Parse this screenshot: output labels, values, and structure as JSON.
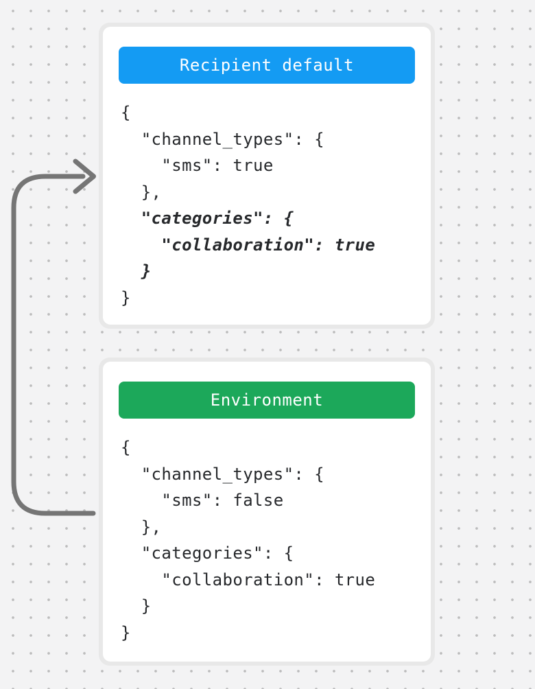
{
  "canvas": {
    "bg_color": "#f3f3f4",
    "dot_color": "#bcbcbc",
    "card_ring_color": "#e8e8e8",
    "code_text_color": "#26282b"
  },
  "arrow": {
    "color": "#757575",
    "description": "loop arrow from environment card pointing to recipient default card"
  },
  "cards": [
    {
      "id": "recipient-default",
      "header": {
        "label": "Recipient default",
        "color": "#149BF3",
        "text_color": "#ffffff"
      },
      "code_lines": [
        {
          "text": "{",
          "emphasis": false
        },
        {
          "text": "  \"channel_types\": {",
          "emphasis": false
        },
        {
          "text": "    \"sms\": true",
          "emphasis": false
        },
        {
          "text": "  },",
          "emphasis": false
        },
        {
          "text": "  \"categories\": {",
          "emphasis": true
        },
        {
          "text": "    \"collaboration\": true",
          "emphasis": true
        },
        {
          "text": "  }",
          "emphasis": true
        },
        {
          "text": "}",
          "emphasis": false
        }
      ]
    },
    {
      "id": "environment",
      "header": {
        "label": "Environment",
        "color": "#1CA85A",
        "text_color": "#ffffff"
      },
      "code_lines": [
        {
          "text": "{",
          "emphasis": false
        },
        {
          "text": "  \"channel_types\": {",
          "emphasis": false
        },
        {
          "text": "    \"sms\": false",
          "emphasis": false
        },
        {
          "text": "  },",
          "emphasis": false
        },
        {
          "text": "  \"categories\": {",
          "emphasis": false
        },
        {
          "text": "    \"collaboration\": true",
          "emphasis": false
        },
        {
          "text": "  }",
          "emphasis": false
        },
        {
          "text": "}",
          "emphasis": false
        }
      ]
    }
  ]
}
